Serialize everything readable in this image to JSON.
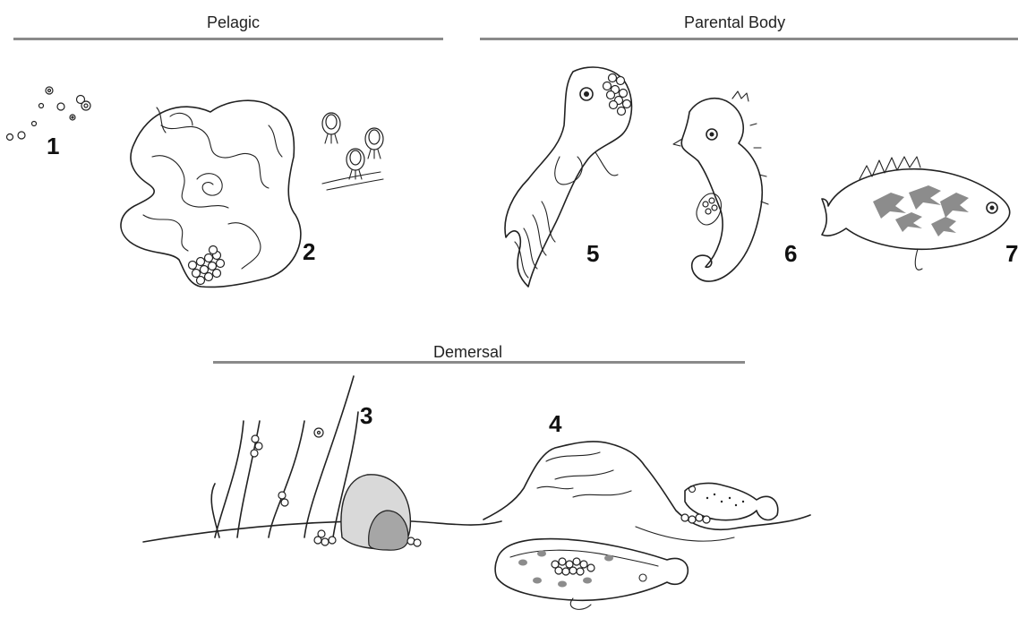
{
  "sections": {
    "pelagic": "Pelagic",
    "parental_body": "Parental Body",
    "demersal": "Demersal"
  },
  "labels": {
    "n1": "1",
    "n2": "2",
    "n3": "3",
    "n4": "4",
    "n5": "5",
    "n6": "6",
    "n7": "7"
  },
  "colors": {
    "rule": "#8a8a8a",
    "ink": "#222222",
    "rock_light": "#d9d9d9",
    "rock_dark": "#a6a6a6",
    "spots": "#8c8c8c"
  }
}
